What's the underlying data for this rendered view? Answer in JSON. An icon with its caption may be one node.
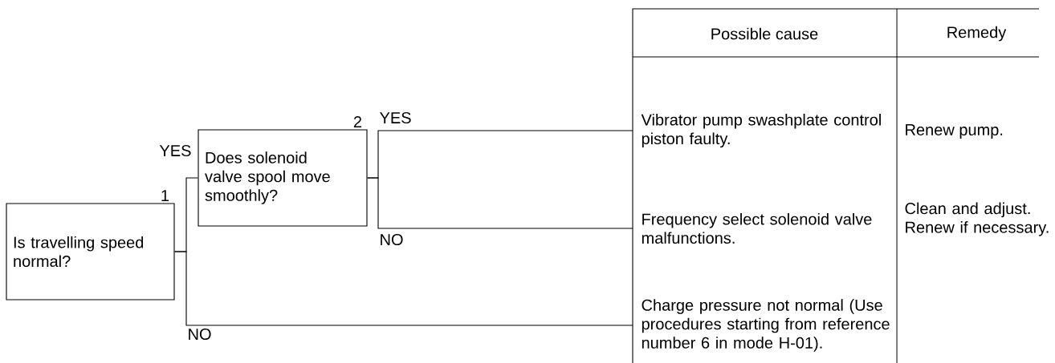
{
  "diagram": {
    "nodes": [
      {
        "text": [
          "Is travelling speed normal?"
        ],
        "beside": [
          "1"
        ]
      },
      {
        "text": [
          "Does solenoid valve spool move smoothly?"
        ],
        "beside": [
          "2"
        ]
      },
      {
        "text": [
          "Vibrator pump swashplate control piston faulty."
        ]
      },
      {
        "text": [
          "Frequency select solenoid valve malfunctions."
        ]
      },
      {
        "text": [
          "Charge pressure not normal (Use procedures starting from reference number 6 in mode H-01)."
        ]
      }
    ],
    "edges": [
      {
        "from": 0,
        "to": 1,
        "arrow": "none",
        "label": "YES"
      },
      {
        "from": 0,
        "to": 4,
        "arrow": "none",
        "label": "NO"
      },
      {
        "from": 1,
        "to": 2,
        "arrow": "none",
        "label": "YES"
      },
      {
        "from": 1,
        "to": 3,
        "arrow": "none",
        "label": "NO"
      }
    ],
    "labels": [
      "Possible cause",
      "Remedy",
      "Renew pump.",
      "Clean and adjust. Renew if necessary."
    ]
  }
}
